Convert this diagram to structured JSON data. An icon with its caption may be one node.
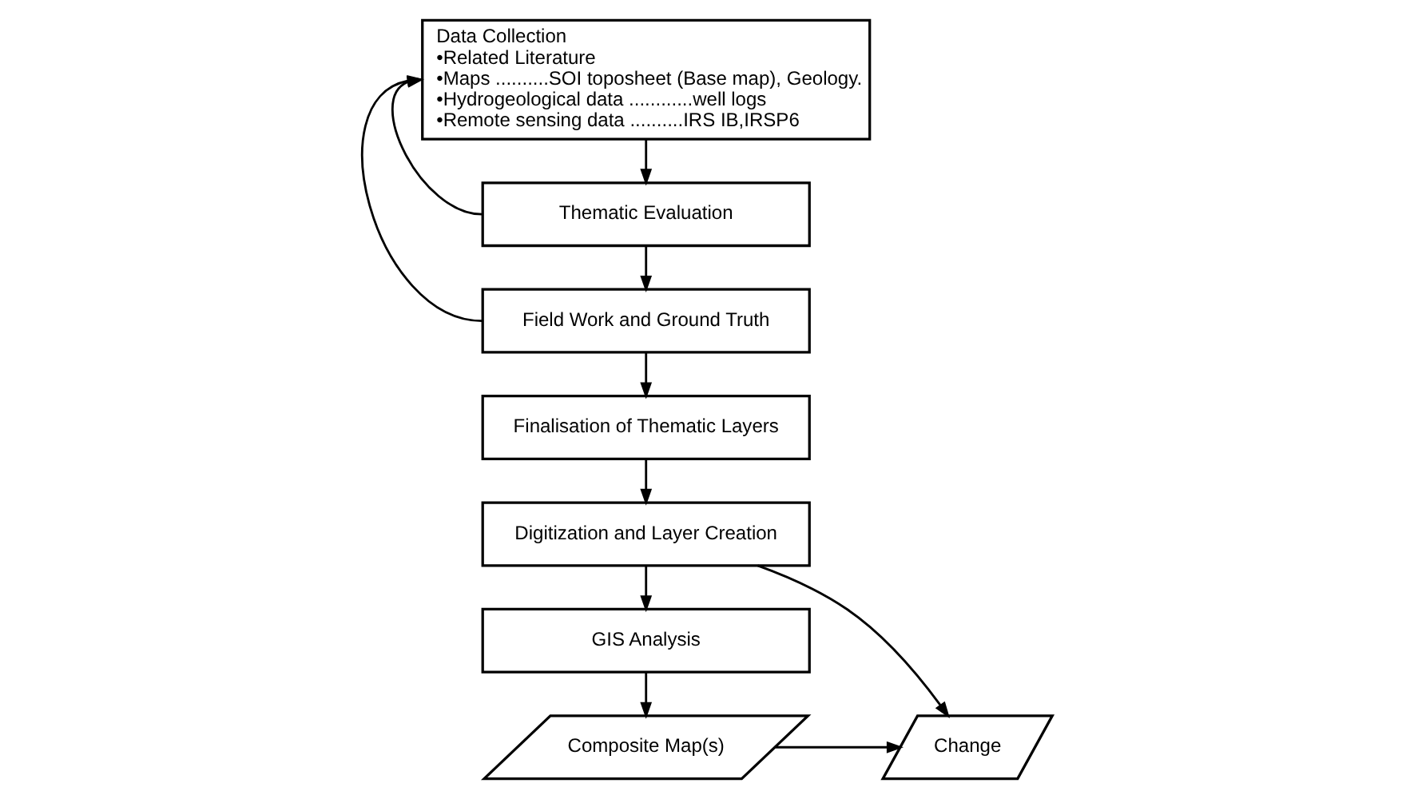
{
  "diagram": {
    "nodes": [
      {
        "text": [
          "Data Collection",
          "•Related Literature",
          "•Maps ..........SOI toposheet (Base map), Geology.",
          "•Hydrogeological data ............well logs",
          "•Remote sensing data ..........IRS IB,IRSP6"
        ]
      },
      {
        "text": [
          "Thematic Evaluation"
        ]
      },
      {
        "text": [
          "Field Work and Ground Truth"
        ]
      },
      {
        "text": [
          "Finalisation of Thematic Layers"
        ]
      },
      {
        "text": [
          "Digitization and Layer Creation"
        ]
      },
      {
        "text": [
          "GIS Analysis"
        ]
      },
      {
        "text": [
          "Composite Map(s)"
        ]
      },
      {
        "text": [
          "Change"
        ]
      }
    ],
    "edges": [
      {
        "from": 0,
        "to": 1,
        "arrow": "to"
      },
      {
        "from": 1,
        "to": 2,
        "arrow": "to"
      },
      {
        "from": 2,
        "to": 3,
        "arrow": "to"
      },
      {
        "from": 3,
        "to": 4,
        "arrow": "to"
      },
      {
        "from": 4,
        "to": 5,
        "arrow": "to"
      },
      {
        "from": 5,
        "to": 6,
        "arrow": "to"
      },
      {
        "from": 4,
        "to": 7,
        "arrow": "to"
      },
      {
        "from": 6,
        "to": 7,
        "arrow": "to"
      },
      {
        "from": 1,
        "to": 0,
        "arrow": "to"
      },
      {
        "from": 2,
        "to": 0,
        "arrow": "to"
      }
    ]
  }
}
